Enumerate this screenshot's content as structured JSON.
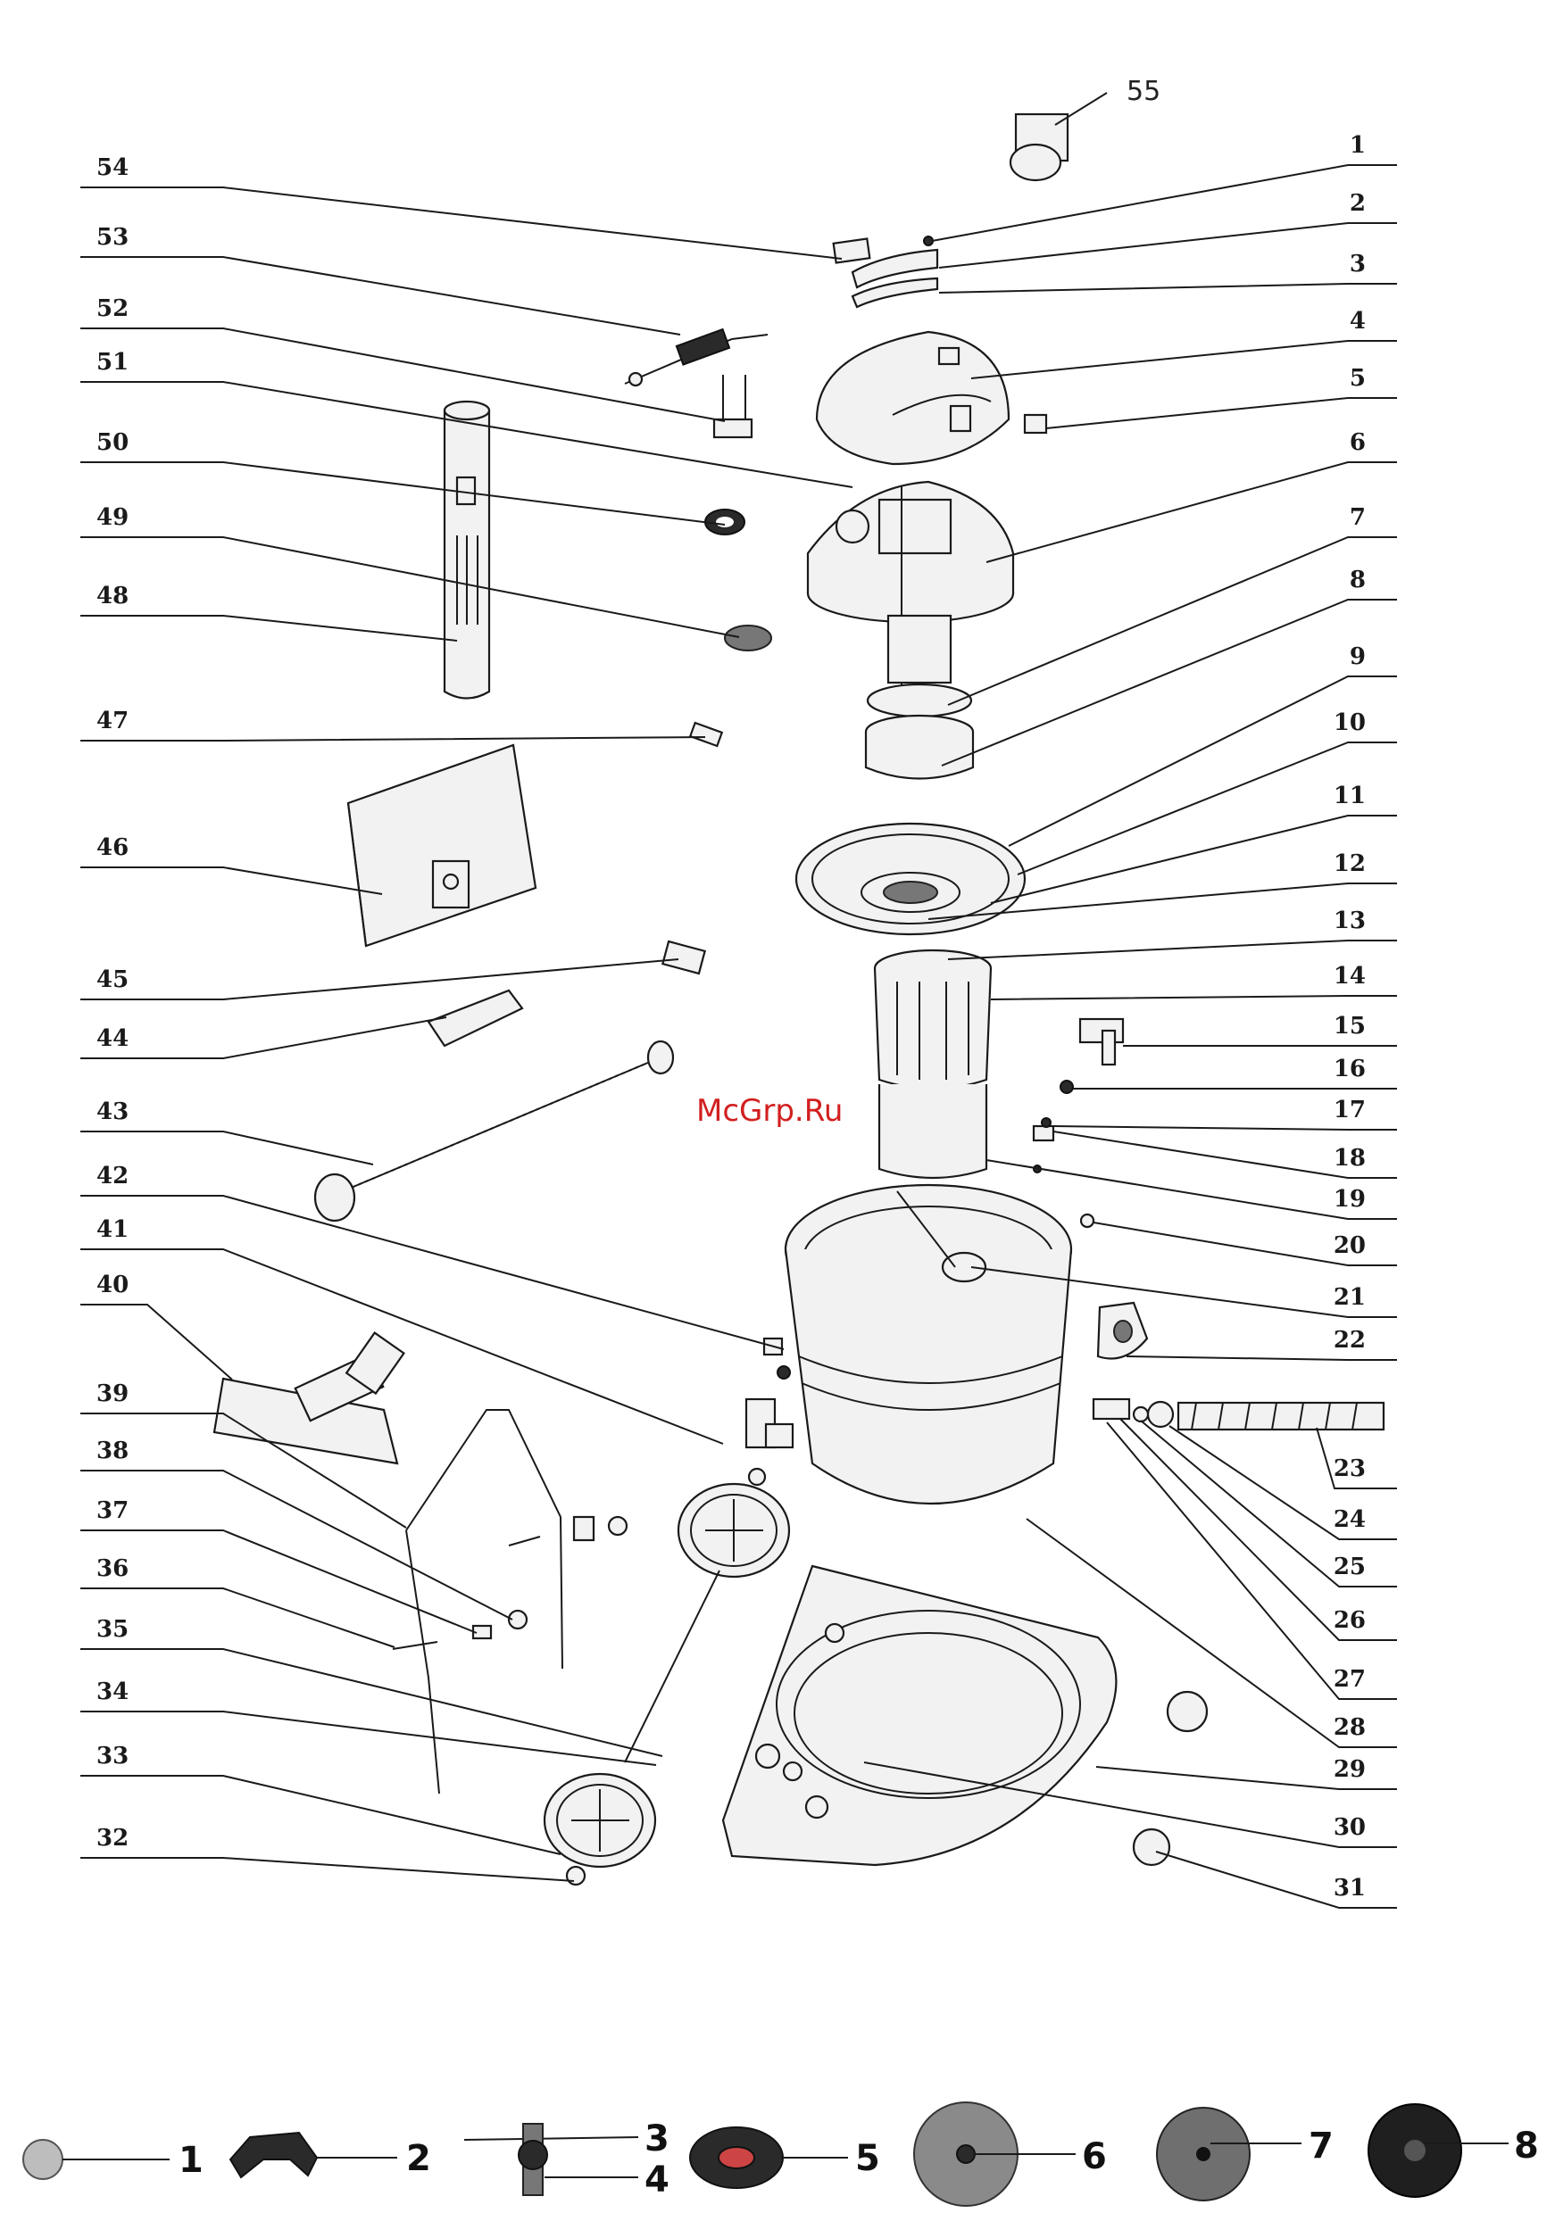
{
  "watermark": "McGrp.Ru",
  "left_callouts": [
    "54",
    "53",
    "52",
    "51",
    "50",
    "49",
    "48",
    "47",
    "46",
    "45",
    "44",
    "43",
    "42",
    "41",
    "40",
    "39",
    "38",
    "37",
    "36",
    "35",
    "34",
    "33",
    "32"
  ],
  "right_callouts": [
    "1",
    "2",
    "3",
    "4",
    "5",
    "6",
    "7",
    "8",
    "9",
    "10",
    "11",
    "12",
    "13",
    "14",
    "15",
    "16",
    "17",
    "18",
    "19",
    "20",
    "21",
    "22",
    "23",
    "24",
    "25",
    "26",
    "27",
    "28",
    "29",
    "30",
    "31"
  ],
  "top_callout": "55",
  "bottom_strip": [
    "1",
    "2",
    "3",
    "4",
    "5",
    "6",
    "7",
    "8"
  ]
}
